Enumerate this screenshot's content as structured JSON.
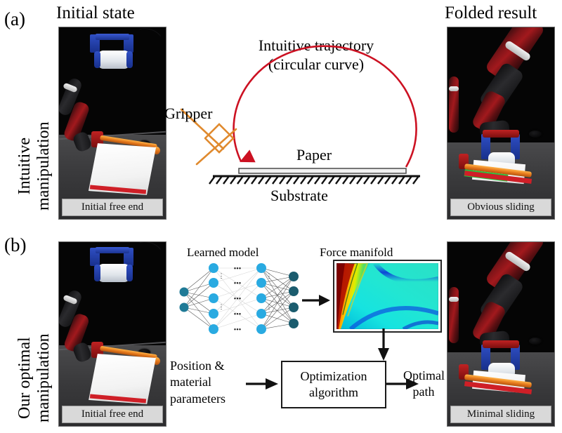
{
  "figure": {
    "column_titles": {
      "initial": "Initial state",
      "folded": "Folded result"
    },
    "panels": [
      {
        "letter": "(a)",
        "side_label_line1": "Intuitive",
        "side_label_line2": "manipulation",
        "left_photo_caption": "Initial free end",
        "right_photo_caption": "Obvious sliding"
      },
      {
        "letter": "(b)",
        "side_label_line1": "Our optimal",
        "side_label_line2": "manipulation",
        "left_photo_caption": "Initial free end",
        "right_photo_caption": "Minimal sliding"
      }
    ],
    "schematic": {
      "trajectory_line1": "Intuitive trajectory",
      "trajectory_line2": "(circular curve)",
      "gripper_label": "Gripper",
      "paper_label": "Paper",
      "substrate_label": "Substrate",
      "trajectory_color": "#cc1122",
      "gripper_color": "#e08a2e"
    },
    "flow": {
      "learned_model_title": "Learned model",
      "force_manifold_title": "Force manifold",
      "inputs_line1": "Position &",
      "inputs_line2": "material",
      "inputs_line3": "parameters",
      "optimization_line1": "Optimization",
      "optimization_line2": "algorithm",
      "output_line1": "Optimal",
      "output_line2": "path",
      "network": {
        "input_nodes": 2,
        "hidden_nodes": 5,
        "output_nodes": 4,
        "input_color": "#1f7a96",
        "hidden_color": "#29aae1",
        "output_color": "#1b5c6e",
        "ellipsis": "•••",
        "vertical_ellipsis": "⋮"
      }
    }
  }
}
